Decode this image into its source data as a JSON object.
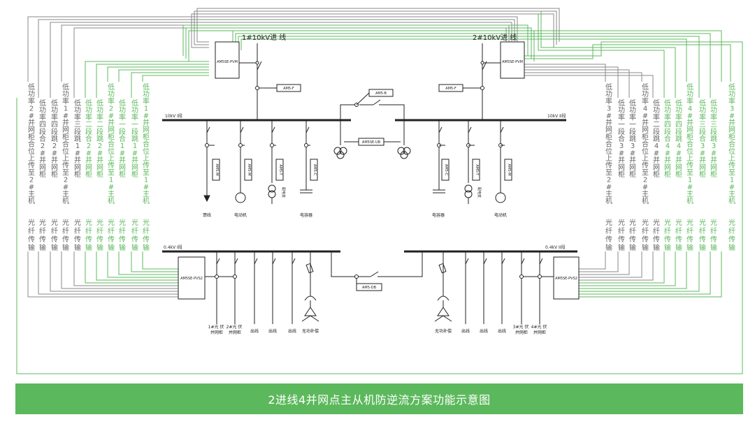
{
  "colors": {
    "gray": "#777777",
    "green": "#5cb85c",
    "line": "#222222"
  },
  "incoming": {
    "left": "1#10kV进 线",
    "right": "2#10kV进 线"
  },
  "meters": {
    "pvm": "AM5SE-PVM",
    "f": "AM5-F",
    "b": "AM5-B",
    "ub": "AM5SE-UB",
    "pvs2": "AM5SE-PVS2",
    "db": "AM5-DB",
    "m": "AM5-M",
    "c": "AM5-C",
    "t": "AM5-T"
  },
  "buses": {
    "hv_left": "10kV I段",
    "hv_right": "10kV II段",
    "lv_left": "0.4kV I段",
    "lv_right": "0.4kV II段"
  },
  "hv_loads": {
    "feeder": "馈线",
    "motor": "电动机",
    "transformer": "配电变",
    "capacitor": "电容器"
  },
  "lv_loads": {
    "pv1": "1#光 伏\n并网柜",
    "pv2": "2#光 伏\n并网柜",
    "pv3": "3#光 伏\n并网柜",
    "pv4": "4#光 伏\n并网柜",
    "outline": "出线",
    "var_comp": "无功补偿"
  },
  "left_labels": [
    {
      "top": "低功率2#并网柜合位上传至2#主机",
      "bottom": "光纤传输",
      "color": "gray"
    },
    {
      "top": "低功率四段合2#并网柜",
      "bottom": "光纤传输",
      "color": "gray"
    },
    {
      "top": "低功率四段跳2#并网柜",
      "bottom": "光纤传输",
      "color": "gray"
    },
    {
      "top": "低功率1#并网柜合位上传至2#主机",
      "bottom": "光纤传输",
      "color": "gray"
    },
    {
      "top": "低功率三段跳1#并网柜",
      "bottom": "光纤传输",
      "color": "gray"
    },
    {
      "top": "低功率二段合2#并网柜",
      "bottom": "光纤传输",
      "color": "green"
    },
    {
      "top": "低功率二段跳2#并网柜",
      "bottom": "光纤传输",
      "color": "green"
    },
    {
      "top": "低功率2#并网柜合位上传至1#主机",
      "bottom": "光纤传输",
      "color": "green"
    },
    {
      "top": "低功率一段合1#并网柜",
      "bottom": "光纤传输",
      "color": "green"
    },
    {
      "top": "低功率一段跳1#并网柜",
      "bottom": "光纤传输",
      "color": "green"
    },
    {
      "top": "低功率1#并网柜合位上传至1#主机",
      "bottom": "光纤传输",
      "color": "green"
    }
  ],
  "right_labels": [
    {
      "top": "低功率3#并网柜合位上传至2#主机",
      "bottom": "光纤传输",
      "color": "gray"
    },
    {
      "top": "低功率一段合3#并网柜",
      "bottom": "光纤传输",
      "color": "gray"
    },
    {
      "top": "低功率一段跳3#并网柜",
      "bottom": "光纤传输",
      "color": "gray"
    },
    {
      "top": "低功率4#并网柜合位上传至2#主机",
      "bottom": "光纤传输",
      "color": "gray"
    },
    {
      "top": "低功率二段跳4#并网柜",
      "bottom": "光纤传输",
      "color": "gray"
    },
    {
      "top": "低功率四段合4#并网柜",
      "bottom": "光纤传输",
      "color": "green"
    },
    {
      "top": "低功率四段跳4#并网柜",
      "bottom": "光纤传输",
      "color": "green"
    },
    {
      "top": "低功率4#并网柜合位上传至1#主机",
      "bottom": "光纤传输",
      "color": "green"
    },
    {
      "top": "低功率三段合3#并网柜",
      "bottom": "光纤传输",
      "color": "green"
    },
    {
      "top": "低功率三段跳3#并网柜",
      "bottom": "光纤传输",
      "color": "green"
    },
    {
      "top": "低功率3#并网柜合位上传至1#主机",
      "bottom": "光纤传输",
      "color": "green"
    }
  ],
  "caption": "2进线4并网点主从机防逆流方案功能示意图"
}
